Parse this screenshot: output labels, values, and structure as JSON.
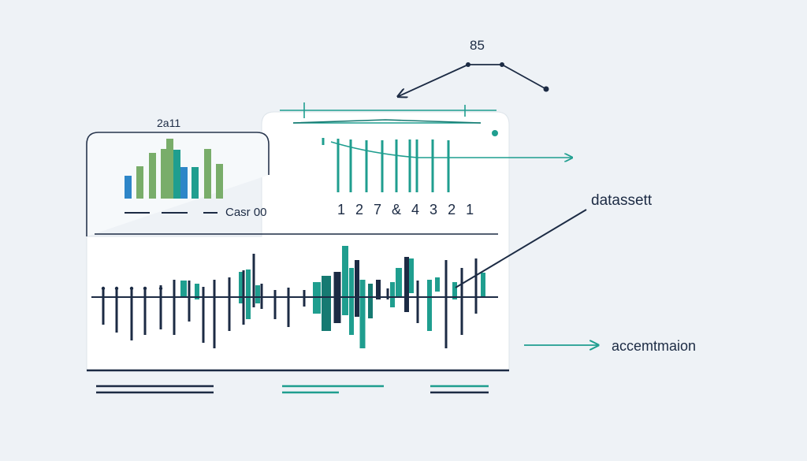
{
  "labels": {
    "top_value": "85",
    "small_panel_title": "2a11",
    "small_panel_caption": "Casr 00",
    "digit_row": "1 2 7 & 4 3 2 1",
    "dataset_callout": "datassett",
    "accumulation_callout": "accemtmaion"
  },
  "colors": {
    "navy": "#1c2b44",
    "teal": "#1f9e8f",
    "teal_dark": "#167a72",
    "green": "#79ad6a",
    "blue": "#2e86c8",
    "panel_fill": "#f6f9fb",
    "panel_border": "#27354d",
    "card_fill": "#ffffff"
  },
  "icons": {
    "callout_arrow": "arrow-right-icon",
    "back_arrow": "arrow-left-icon"
  }
}
